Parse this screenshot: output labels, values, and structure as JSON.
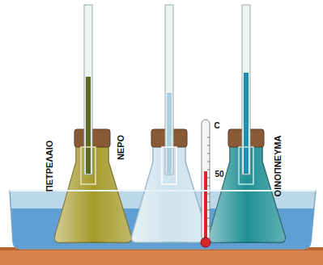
{
  "diagram": {
    "labels": [
      "ΠΕΤΡΕΛΑΙΟ",
      "ΝΕΡΟ",
      "ΟΙΝΟΠΝΕΥΜΑ",
      "C",
      "50"
    ]
  }
}
